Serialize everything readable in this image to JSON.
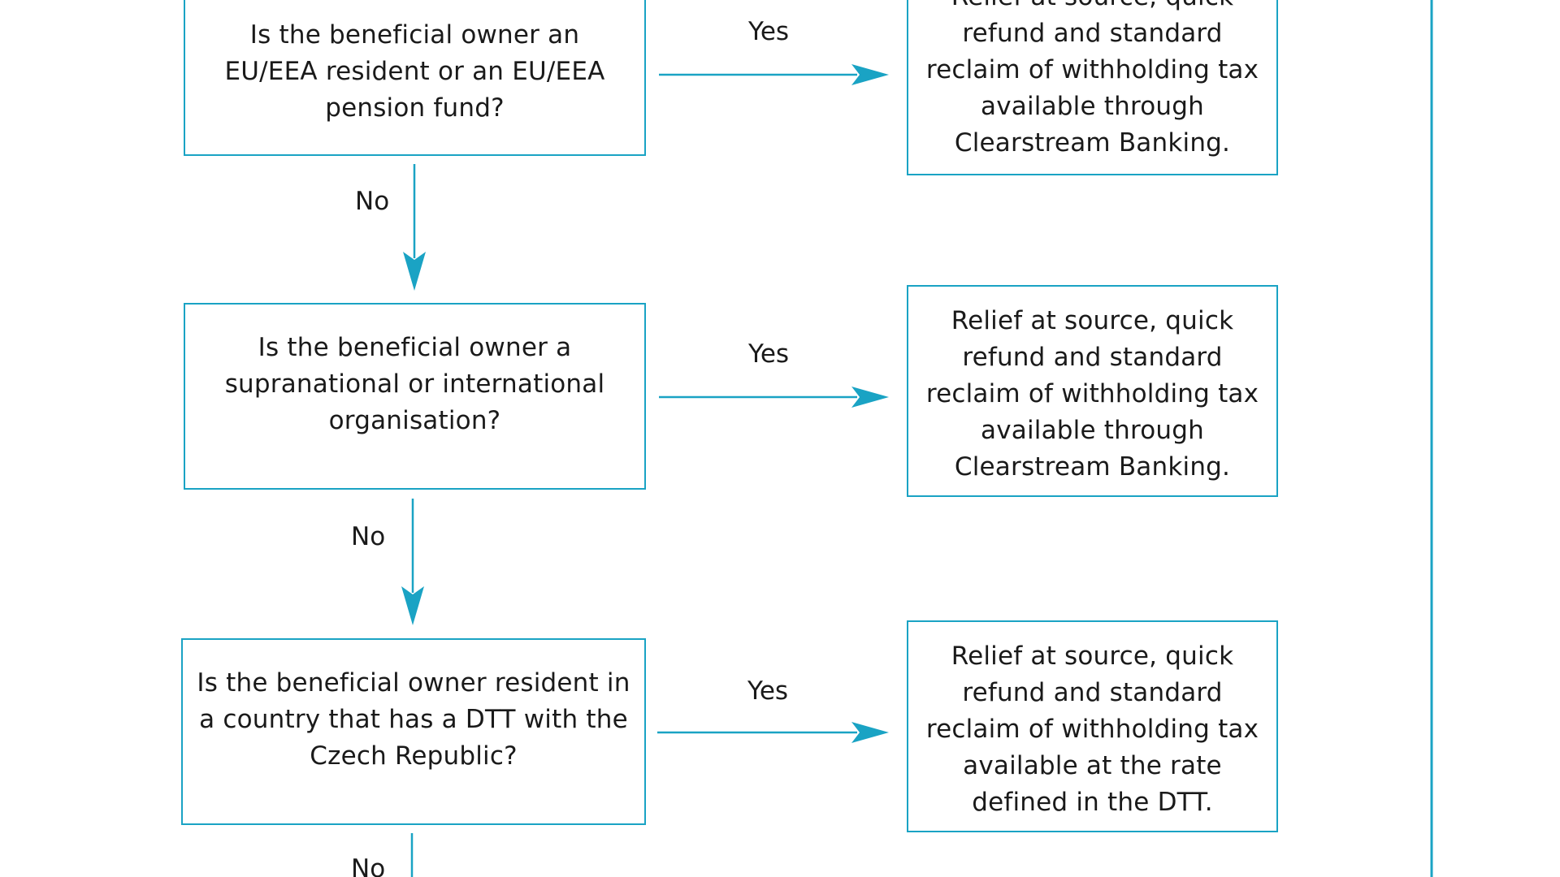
{
  "diagram": {
    "colors": {
      "stroke": "#1aa3c4",
      "text": "#1a1a1a",
      "background": "#ffffff"
    },
    "questions": [
      {
        "lines": [
          "Is the beneficial owner an",
          "EU/EEA resident or an EU/EEA",
          "pension fund?"
        ],
        "yes_label": "Yes",
        "no_label": "No"
      },
      {
        "lines": [
          "Is the beneficial owner a",
          "supranational or international",
          "organisation?"
        ],
        "yes_label": "Yes",
        "no_label": "No"
      },
      {
        "lines": [
          "Is the beneficial owner resident in",
          "a country that has a DTT with the",
          "Czech Republic?"
        ],
        "yes_label": "Yes",
        "no_label": "No"
      }
    ],
    "outcomes": [
      {
        "lines": [
          "Relief at source, quick",
          "refund and standard",
          "reclaim of withholding tax",
          "available through",
          "Clearstream Banking."
        ]
      },
      {
        "lines": [
          "Relief at source, quick",
          "refund and standard",
          "reclaim of withholding tax",
          "available through",
          "Clearstream Banking."
        ]
      },
      {
        "lines": [
          "Relief at source, quick",
          "refund and standard",
          "reclaim of withholding tax",
          "available at the rate",
          "defined in the DTT."
        ]
      }
    ]
  }
}
